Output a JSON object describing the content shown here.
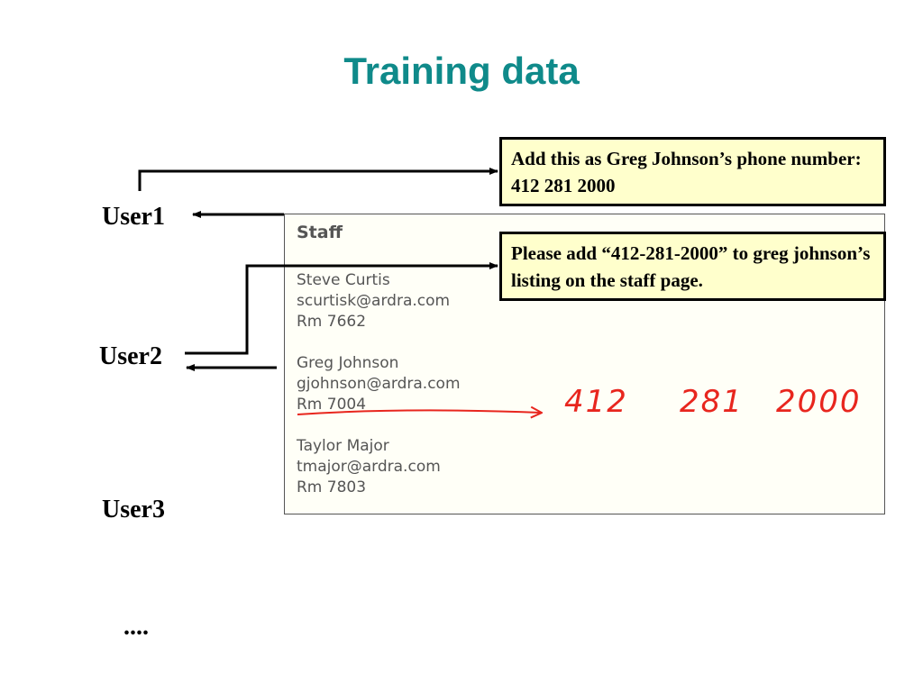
{
  "title": "Training data",
  "users": [
    "User1",
    "User2",
    "User3"
  ],
  "more": "....",
  "callouts": {
    "user1": "Add this as Greg Johnson’s phone number: 412 281 2000",
    "user2": "Please add “412-281-2000” to greg johnson’s listing on the staff page."
  },
  "staff": {
    "heading": "Staff",
    "people": [
      {
        "name": "Steve Curtis",
        "email": "scurtisk@ardra.com",
        "room": "Rm 7662"
      },
      {
        "name": "Greg Johnson",
        "email": "gjohnson@ardra.com",
        "room": "Rm 7004"
      },
      {
        "name": "Taylor Major",
        "email": "tmajor@ardra.com",
        "room": "Rm 7803"
      }
    ],
    "handwritten": [
      "412",
      "281",
      "2000"
    ]
  },
  "colors": {
    "title": "#0f8a8a",
    "callout_fill": "#ffffcc",
    "handwriting": "#e8261e"
  }
}
